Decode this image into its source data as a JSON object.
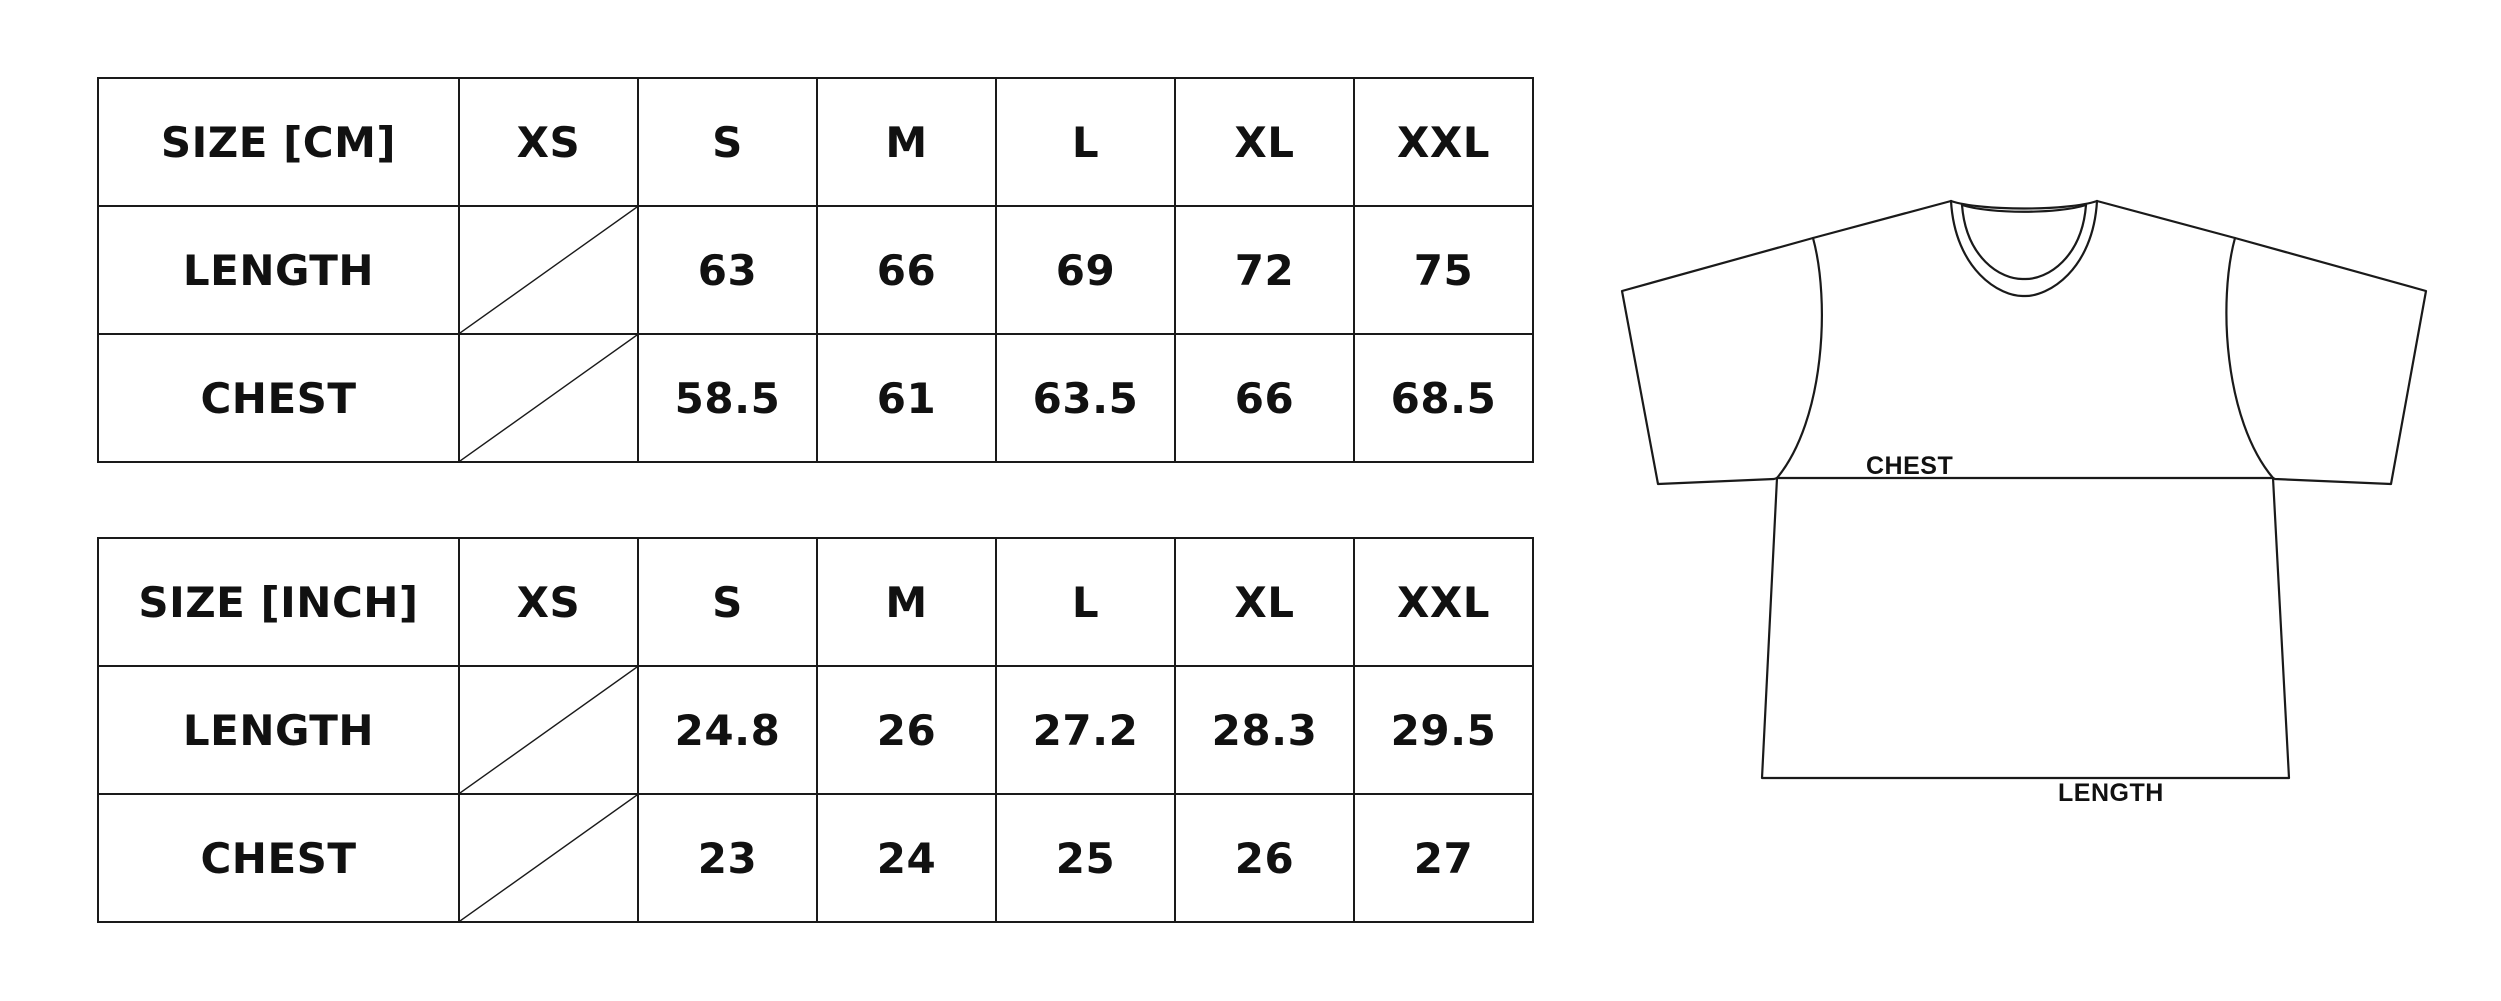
{
  "tables": [
    {
      "header": {
        "label": "SIZE [CM]",
        "sizes": [
          "XS",
          "S",
          "M",
          "L",
          "XL",
          "XXL"
        ]
      },
      "rows": [
        {
          "label": "LENGTH",
          "values": [
            "",
            "63",
            "66",
            "69",
            "72",
            "75"
          ]
        },
        {
          "label": "CHEST",
          "values": [
            "",
            "58.5",
            "61",
            "63.5",
            "66",
            "68.5"
          ]
        }
      ]
    },
    {
      "header": {
        "label": "SIZE [INCH]",
        "sizes": [
          "XS",
          "S",
          "M",
          "L",
          "XL",
          "XXL"
        ]
      },
      "rows": [
        {
          "label": "LENGTH",
          "values": [
            "",
            "24.8",
            "26",
            "27.2",
            "28.3",
            "29.5"
          ]
        },
        {
          "label": "CHEST",
          "values": [
            "",
            "23",
            "24",
            "25",
            "26",
            "27"
          ]
        }
      ]
    }
  ],
  "diagram": {
    "icon": "tshirt-outline-icon",
    "chest_label": "CHEST",
    "length_label": "LENGTH"
  }
}
